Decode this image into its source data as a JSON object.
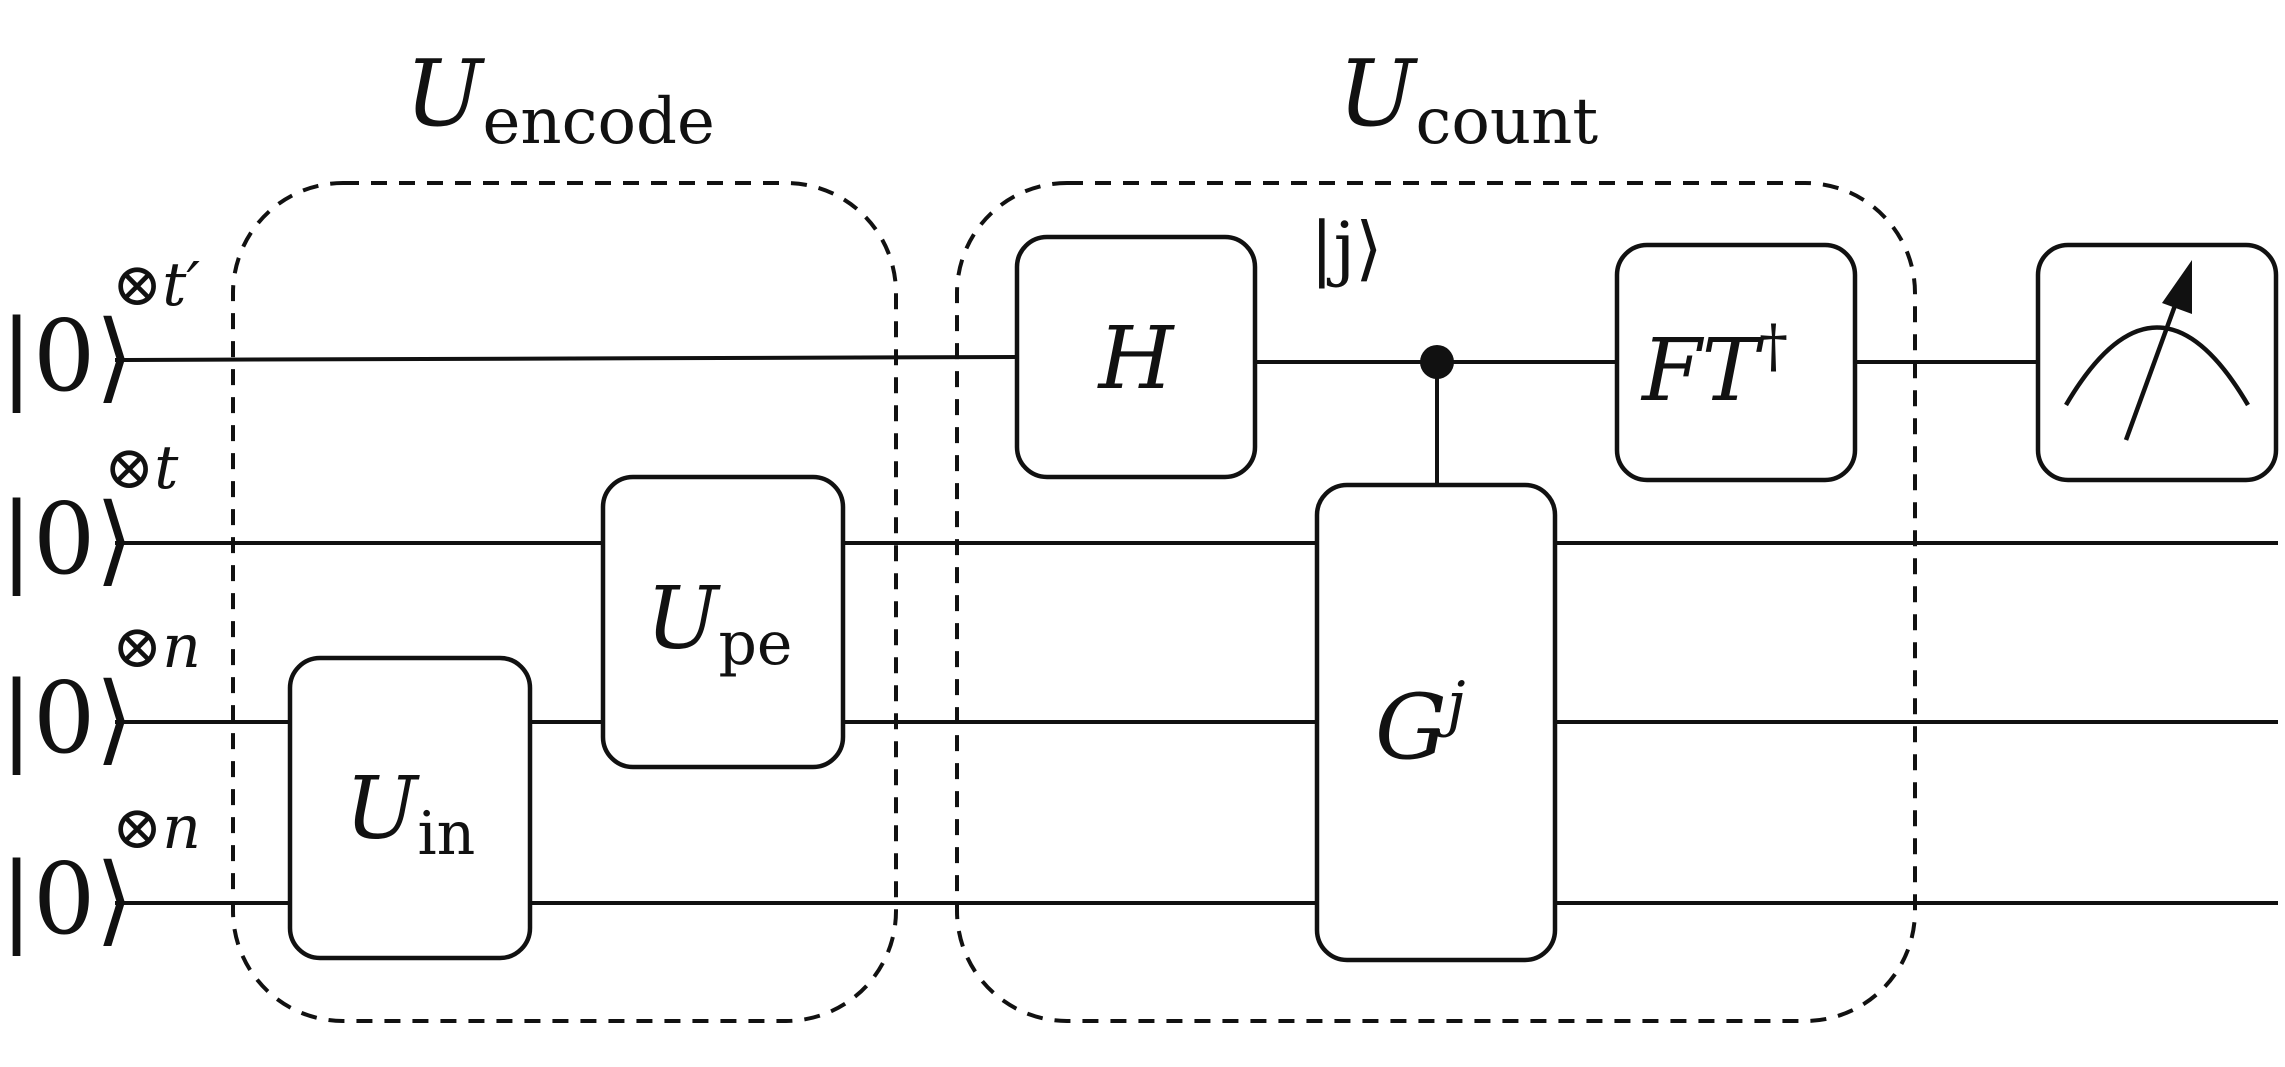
{
  "diagram": {
    "groups": [
      {
        "id": "encode",
        "label_main": "U",
        "label_sub": "encode"
      },
      {
        "id": "count",
        "label_main": "U",
        "label_sub": "count"
      }
    ],
    "qubits": [
      {
        "ket": "|0⟩",
        "tensor": "⊗",
        "power": "t′"
      },
      {
        "ket": "|0⟩",
        "tensor": "⊗",
        "power": "t"
      },
      {
        "ket": "|0⟩",
        "tensor": "⊗",
        "power": "n"
      },
      {
        "ket": "|0⟩",
        "tensor": "⊗",
        "power": "n"
      }
    ],
    "gates": {
      "u_in": {
        "main": "U",
        "sub": "in"
      },
      "u_pe": {
        "main": "U",
        "sub": "pe"
      },
      "hadamard": {
        "main": "H"
      },
      "grover": {
        "main": "G",
        "sup": "j"
      },
      "inverse_ft": {
        "main": "FT",
        "sup": "†"
      }
    },
    "wire_label": "|j⟩",
    "measurement": {
      "icon": "meter-icon"
    }
  }
}
